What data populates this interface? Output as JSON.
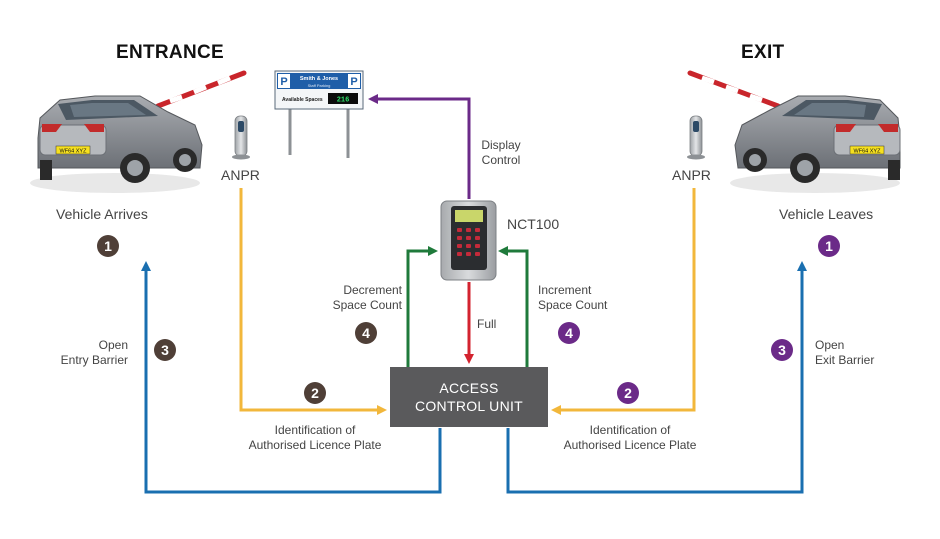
{
  "headings": {
    "entrance": "ENTRANCE",
    "exit": "EXIT"
  },
  "sign": {
    "p_left": "P",
    "p_right": "P",
    "title": "Smith & Jones",
    "subtitle": "Staff Parking",
    "available_label": "Available Spaces",
    "count": "216"
  },
  "plates": {
    "left": "WF64 XYZ",
    "right": "WF64 XYZ"
  },
  "labels": {
    "anpr_left": "ANPR",
    "anpr_right": "ANPR",
    "vehicle_arrives": "Vehicle Arrives",
    "vehicle_leaves": "Vehicle Leaves",
    "display_control_1": "Display",
    "display_control_2": "Control",
    "nct100": "NCT100",
    "decrement_1": "Decrement",
    "decrement_2": "Space Count",
    "increment_1": "Increment",
    "increment_2": "Space Count",
    "full": "Full",
    "open_entry_1": "Open",
    "open_entry_2": "Entry Barrier",
    "open_exit_1": "Open",
    "open_exit_2": "Exit Barrier",
    "ident_left_1": "Identification of",
    "ident_left_2": "Authorised Licence Plate",
    "ident_right_1": "Identification of",
    "ident_right_2": "Authorised Licence Plate",
    "acu_1": "ACCESS",
    "acu_2": "CONTROL UNIT"
  },
  "steps": {
    "entry_1": "1",
    "entry_2": "2",
    "entry_3": "3",
    "entry_4": "4",
    "exit_1": "1",
    "exit_2": "2",
    "exit_3": "3",
    "exit_4": "4"
  },
  "colors": {
    "blue": "#1a6fb0",
    "yellow": "#f2b73b",
    "green": "#1f7a3b",
    "red": "#d3232f",
    "purple": "#6b2a88",
    "brown_step": "#4f3f37",
    "purple_step": "#6b2a88",
    "acu_bg": "#5a5a5c"
  }
}
